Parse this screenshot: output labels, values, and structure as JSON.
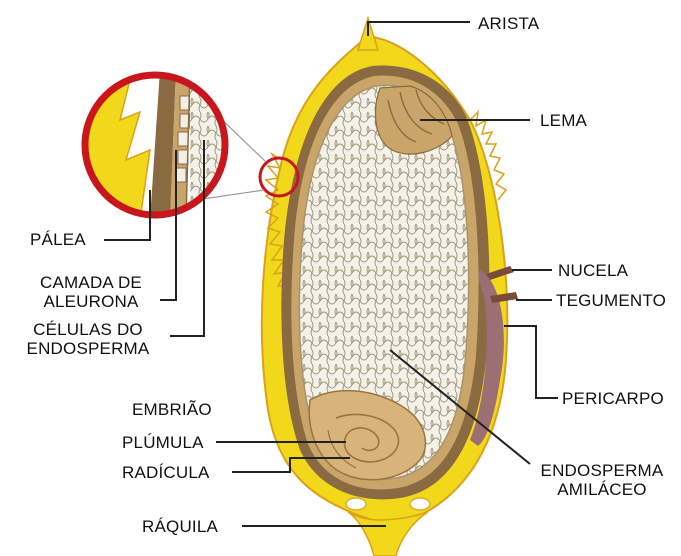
{
  "labels": {
    "arista": "ARISTA",
    "lema": "LEMA",
    "palea": "PÁLEA",
    "camada_line1": "CAMADA DE",
    "camada_line2": "ALEURONA",
    "celulas_line1": "CÉLULAS DO",
    "celulas_line2": "ENDOSPERMA",
    "nucela": "NUCELA",
    "tegumento": "TEGUMENTO",
    "pericarpo": "PERICARPO",
    "embriao": "EMBRIÃO",
    "plumula": "PLÚMULA",
    "radicula": "RADÍCULA",
    "endosperma_line1": "ENDOSPERMA",
    "endosperma_line2": "AMILÁCEO",
    "raquila": "RÁQUILA"
  },
  "colors": {
    "background": "#ffffff",
    "husk_yellow": "#f2d81a",
    "husk_orange": "#d9a21a",
    "seed_coat_brown": "#8a6a40",
    "aleurone_tan": "#c9a56a",
    "endosperm_cell": "#f2efe6",
    "endosperm_line": "#9a9078",
    "embryo_tan": "#d8b47a",
    "tegument_purple": "#9b6f73",
    "magnifier_red": "#c8161c",
    "leader_line": "#222222"
  }
}
